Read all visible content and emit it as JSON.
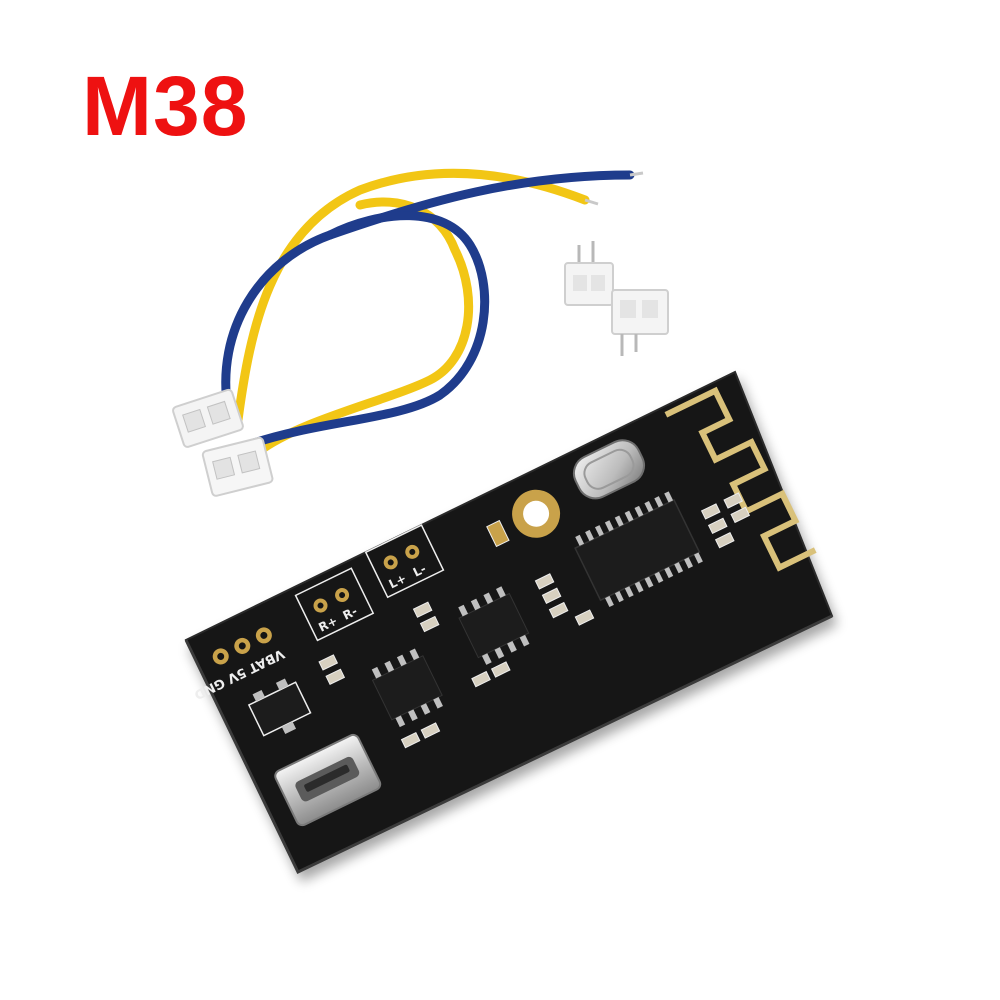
{
  "title": {
    "text": "M38",
    "color": "#ee1111"
  },
  "board": {
    "silkscreen": {
      "power_header": "VBAT 5V GND",
      "right_channel_plus": "R+",
      "right_channel_minus": "R-",
      "left_channel_plus": "L+",
      "left_channel_minus": "L-"
    },
    "pcb_color": "#141414",
    "silk_color": "#eeeeee",
    "pad_color": "#c9a24a"
  },
  "cable": {
    "wire_colors": [
      "#f2c615",
      "#1f3c8c"
    ]
  }
}
